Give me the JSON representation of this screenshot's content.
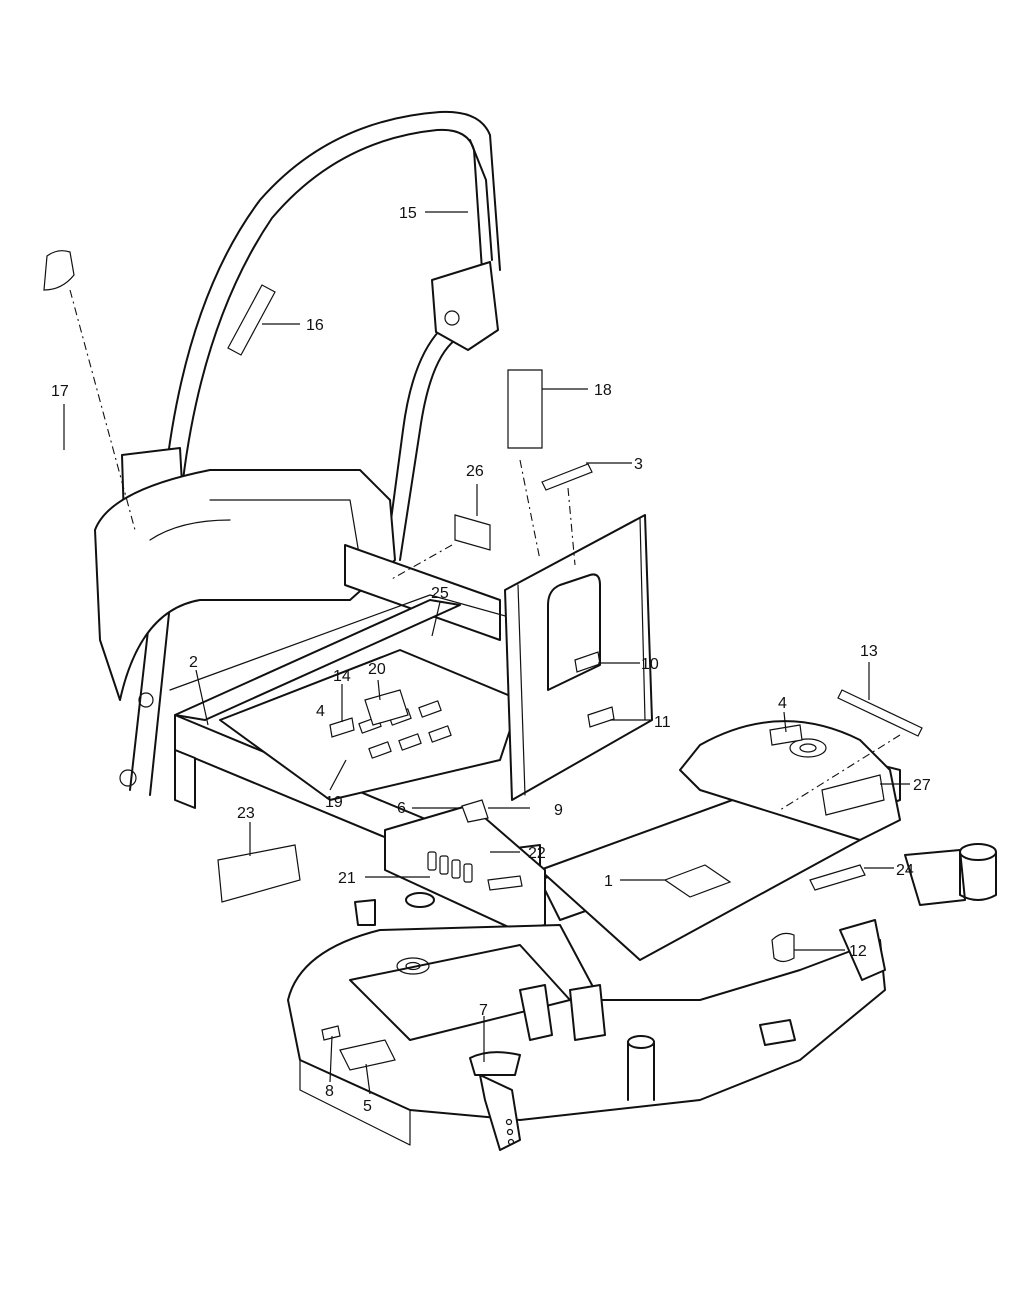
{
  "callouts": [
    {
      "label": "1"
    },
    {
      "label": "2"
    },
    {
      "label": "3"
    },
    {
      "label": "4"
    },
    {
      "label": "4"
    },
    {
      "label": "5"
    },
    {
      "label": "6"
    },
    {
      "label": "7"
    },
    {
      "label": "8"
    },
    {
      "label": "9"
    },
    {
      "label": "10"
    },
    {
      "label": "11"
    },
    {
      "label": "12"
    },
    {
      "label": "13"
    },
    {
      "label": "14"
    },
    {
      "label": "15"
    },
    {
      "label": "16"
    },
    {
      "label": "17"
    },
    {
      "label": "18"
    },
    {
      "label": "19"
    },
    {
      "label": "20"
    },
    {
      "label": "21"
    },
    {
      "label": "22"
    },
    {
      "label": "23"
    },
    {
      "label": "24"
    },
    {
      "label": "25"
    },
    {
      "label": "26"
    },
    {
      "label": "27"
    }
  ]
}
